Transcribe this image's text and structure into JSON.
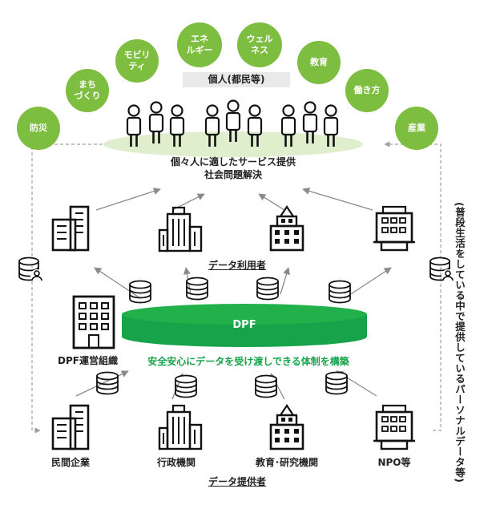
{
  "interest_circles": [
    {
      "label": "防災"
    },
    {
      "label": "まち\nづくり"
    },
    {
      "label": "モビリ\nティ"
    },
    {
      "label": "エネ\nルギー"
    },
    {
      "label": "ウェル\nネス"
    },
    {
      "label": "教育"
    },
    {
      "label": "働き方"
    },
    {
      "label": "産業"
    }
  ],
  "individual": {
    "label": "個人(都民等)"
  },
  "service": {
    "line1": "個々人に適したサービス提供",
    "line2": "社会問題解決"
  },
  "data_users": {
    "label": "データ利用者"
  },
  "platform": {
    "label": "DPF",
    "tagline": "安全安心にデータを受け渡しできる体制を構築"
  },
  "operator": {
    "label": "DPF運営組織"
  },
  "providers": [
    {
      "label": "民間企業"
    },
    {
      "label": "行政機関"
    },
    {
      "label": "教育･研究機関"
    },
    {
      "label": "NPO等"
    }
  ],
  "data_providers": {
    "label": "データ提供者"
  },
  "side_note": "(普段生活をしている中で提供しているパーソナルデータ等)",
  "colors": {
    "green": "#7dbd3f",
    "dpf": "#16a34a",
    "ellipse": "#dfeecd",
    "icon": "#111111",
    "arrow": "#8a8a8a",
    "dashed": "#a0a0a0"
  }
}
